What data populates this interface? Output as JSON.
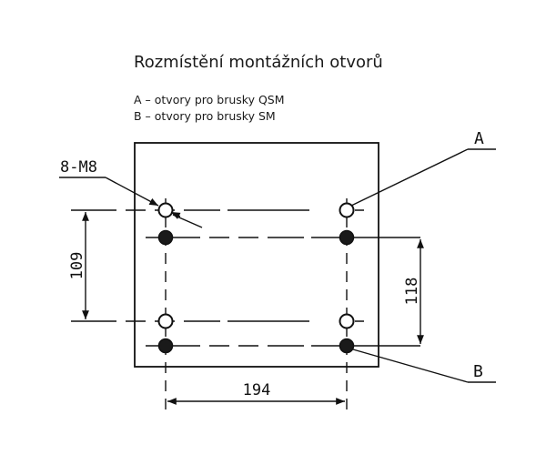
{
  "title": "Rozmístění montážních otvorů",
  "legend": [
    "A – otvory pro brusky QSM",
    "B – otvory pro brusky SM"
  ],
  "labels": {
    "thread": "8-M8",
    "callout_a": "A",
    "callout_b": "B"
  },
  "dimensions": {
    "horizontal": "194",
    "left_vertical": "109",
    "right_vertical": "118"
  }
}
